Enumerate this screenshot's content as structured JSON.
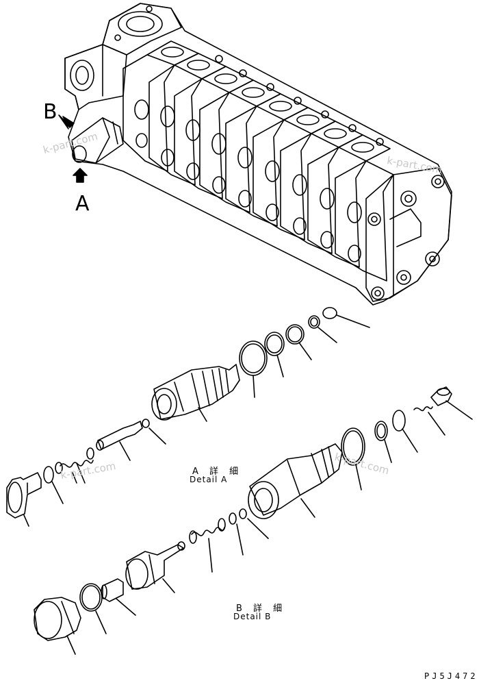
{
  "callouts": {
    "a": "A",
    "b": "B"
  },
  "detail_a": {
    "jp": "A 詳 細",
    "en": "Detail A"
  },
  "detail_b": {
    "jp": "B 詳 細",
    "en": "Detail B"
  },
  "drawing_code": "PJ5J472",
  "watermark": "k-part.com",
  "colors": {
    "line": "#000000",
    "background": "#ffffff",
    "watermark": "#c8c8c8"
  }
}
